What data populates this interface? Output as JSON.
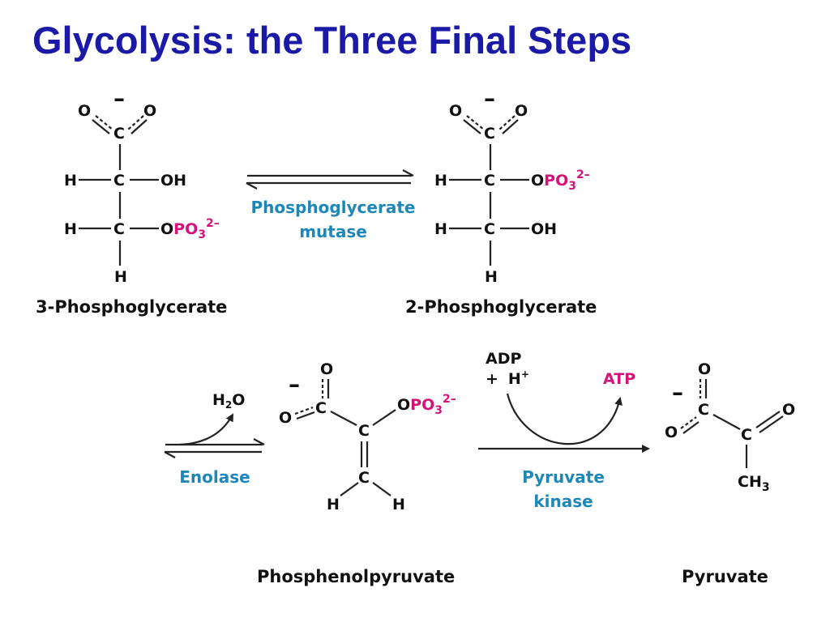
{
  "title": "Glycolysis: the Three Final Steps",
  "colors": {
    "title": "#1a1aa6",
    "enzyme": "#1e87b8",
    "phosphate": "#d6127a",
    "atp": "#d6127a",
    "text": "#111111"
  },
  "molecules": {
    "m3pg": {
      "name": "3-Phosphoglycerate"
    },
    "m2pg": {
      "name": "2-Phosphoglycerate"
    },
    "pep": {
      "name": "Phosphenolpyruvate"
    },
    "pyr": {
      "name": "Pyruvate"
    }
  },
  "atoms": {
    "O": "O",
    "C": "C",
    "H": "H",
    "OH": "OH",
    "O_before_PO3": "O",
    "PO3": "PO",
    "PO3_sub": "3",
    "PO3_sup": "2–",
    "CH3_main": "CH",
    "CH3_sub": "3",
    "H2O_H": "H",
    "H2O_sub": "2",
    "H2O_O": "O",
    "charge": "–"
  },
  "reactions": {
    "r1": {
      "enzyme_line1": "Phosphoglycerate",
      "enzyme_line2": "mutase"
    },
    "r2": {
      "enzyme": "Enolase",
      "byproduct": "H2O"
    },
    "r3": {
      "enzyme_line1": "Pyruvate",
      "enzyme_line2": "kinase",
      "input_line1": "ADP",
      "input_plus": "+",
      "input_H": "H",
      "input_H_sup": "+",
      "output": "ATP"
    }
  }
}
